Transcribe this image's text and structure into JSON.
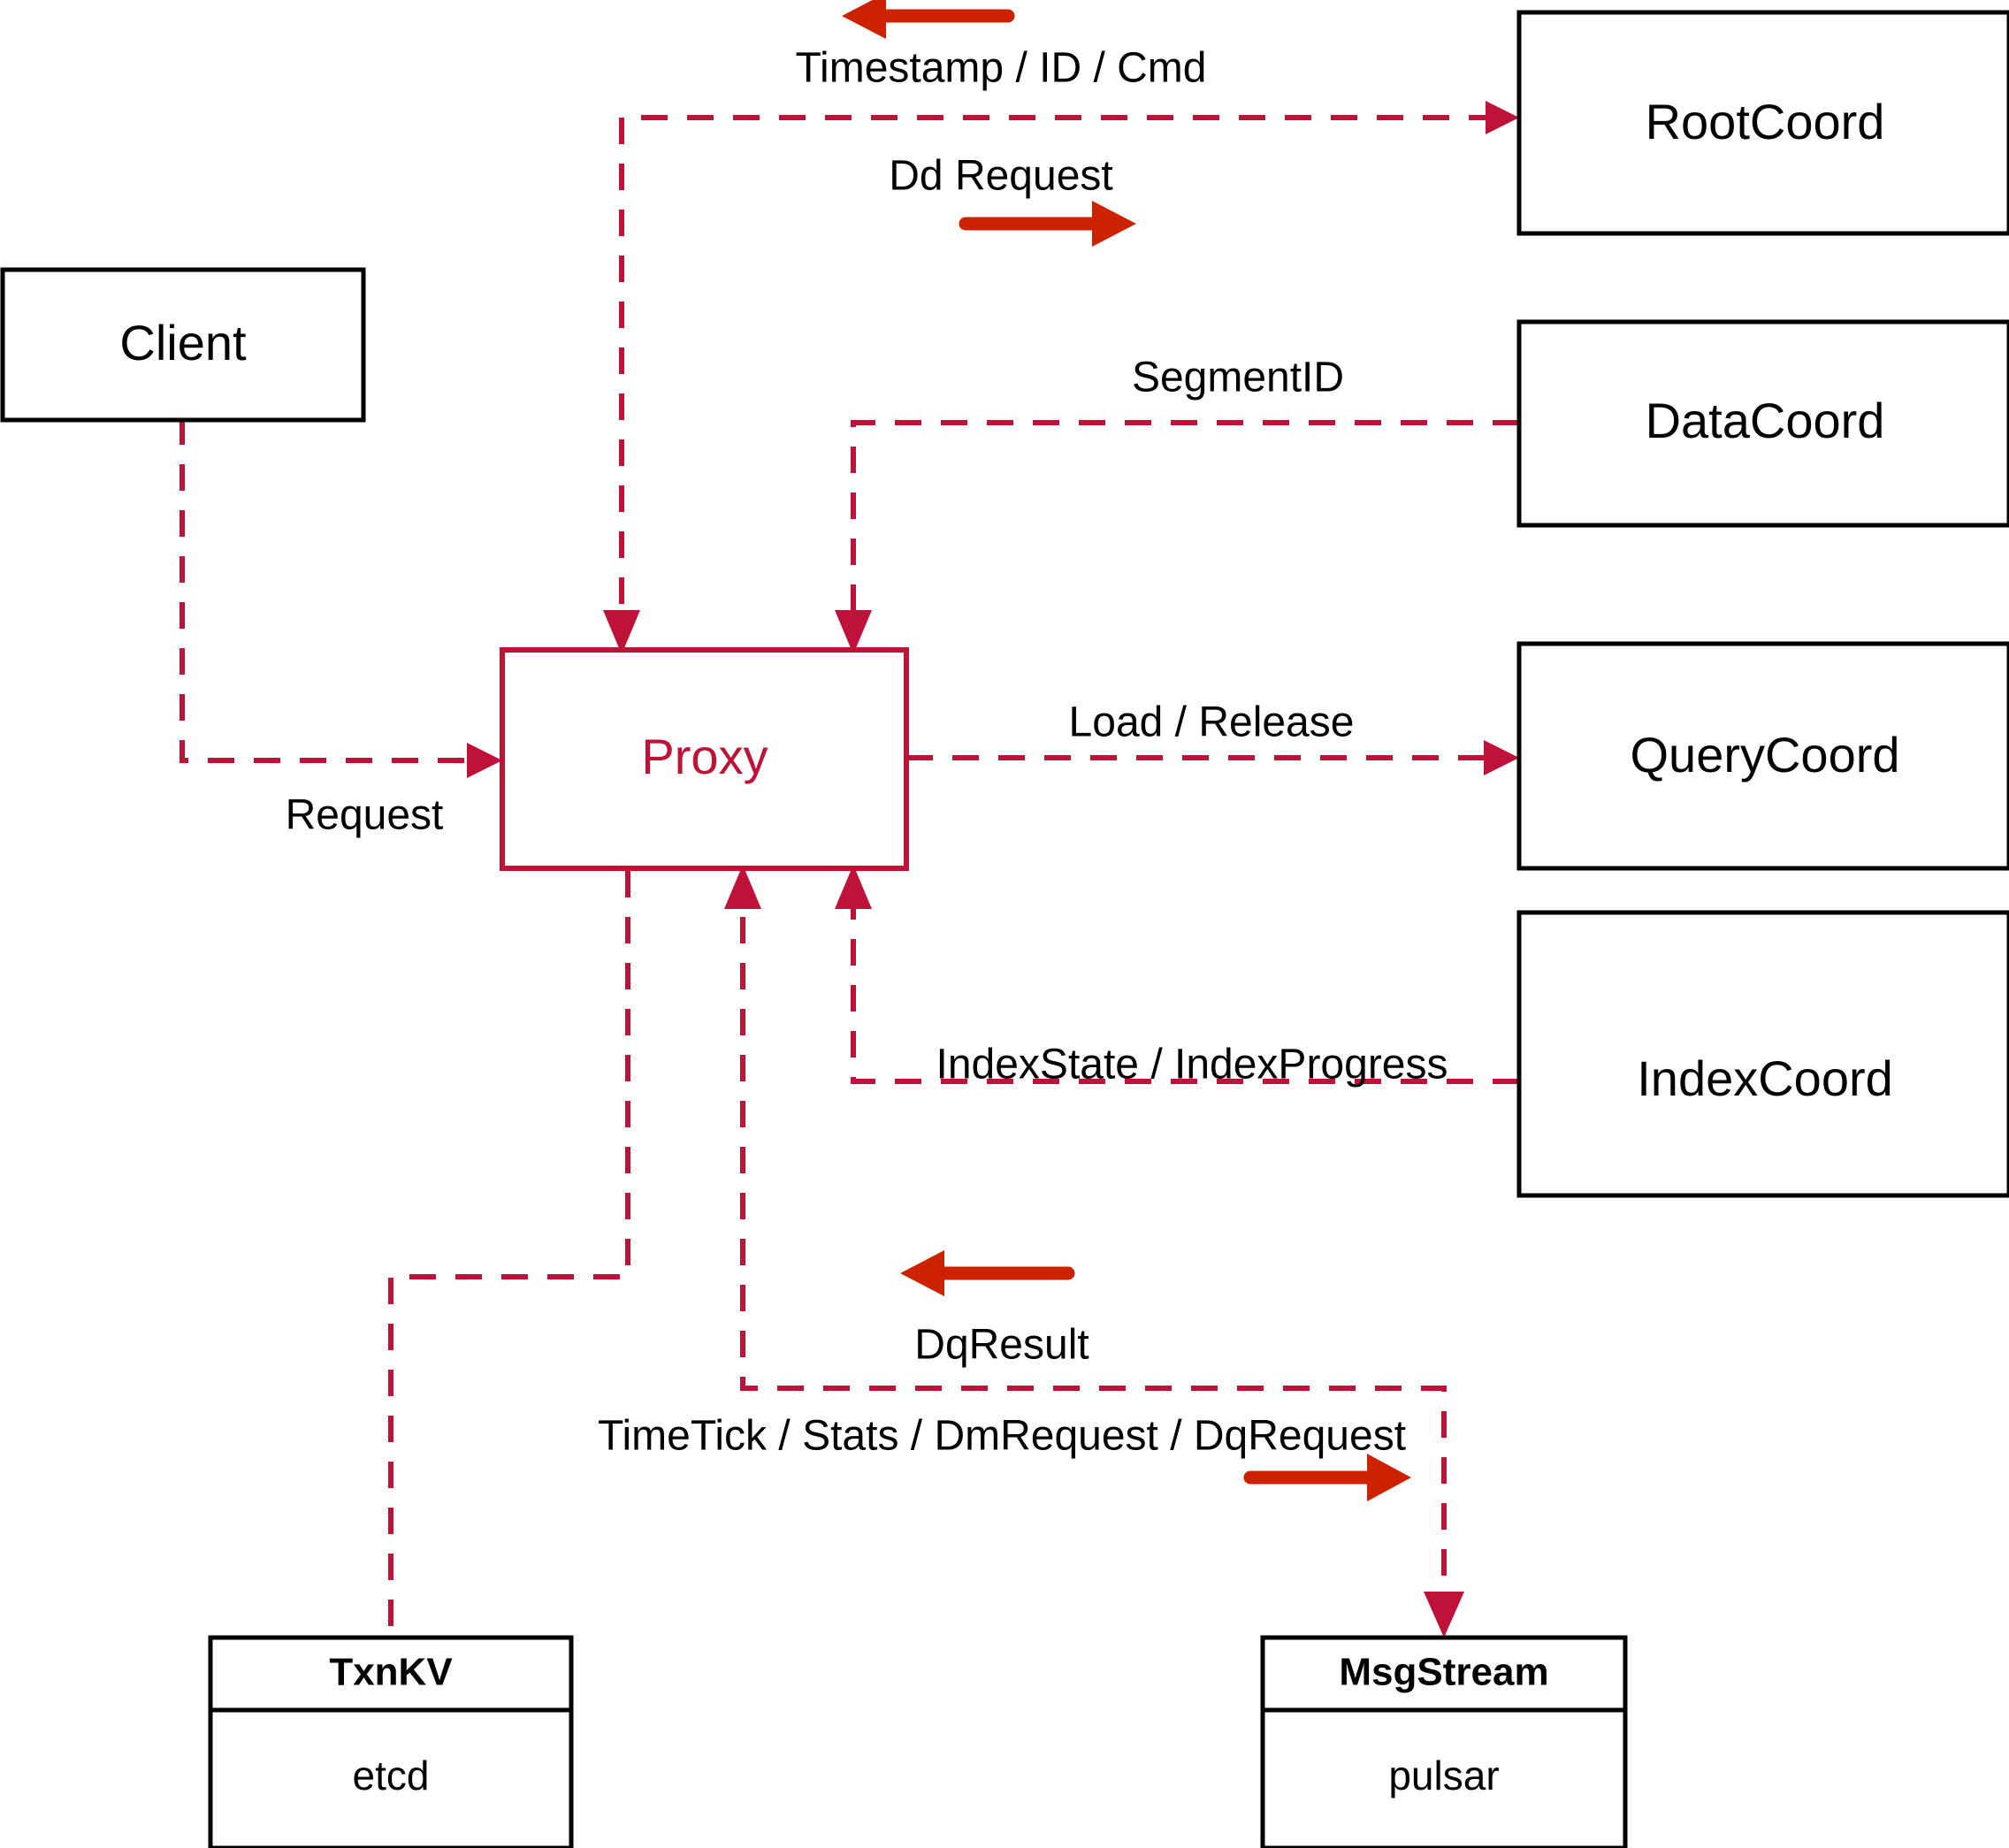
{
  "diagram": {
    "title": "Milvus Proxy Interaction Diagram",
    "colors": {
      "node_stroke": "#000000",
      "proxy_stroke": "#BE1238",
      "proxy_text": "#BE1238",
      "dashed_edge": "#BE1238",
      "bold_arrow": "#CC2200",
      "background": "#ffffff"
    },
    "nodes": [
      {
        "id": "client",
        "label": "Client",
        "style": "plain"
      },
      {
        "id": "proxy",
        "label": "Proxy",
        "style": "accent"
      },
      {
        "id": "rootcoord",
        "label": "RootCoord",
        "style": "plain"
      },
      {
        "id": "datacoord",
        "label": "DataCoord",
        "style": "plain"
      },
      {
        "id": "querycoord",
        "label": "QueryCoord",
        "style": "plain"
      },
      {
        "id": "indexcoord",
        "label": "IndexCoord",
        "style": "plain"
      },
      {
        "id": "txnkv",
        "label": "TxnKV",
        "sublabel": "etcd",
        "style": "titled"
      },
      {
        "id": "msgstream",
        "label": "MsgStream",
        "sublabel": "pulsar",
        "style": "titled"
      }
    ],
    "edges": [
      {
        "id": "timestamp-id-cmd",
        "label": "Timestamp / ID / Cmd",
        "from": "rootcoord",
        "to": "proxy",
        "direction": "left"
      },
      {
        "id": "dd-request",
        "label": "Dd Request",
        "from": "proxy",
        "to": "rootcoord",
        "direction": "right"
      },
      {
        "id": "segment-id",
        "label": "SegmentID",
        "from": "datacoord",
        "to": "proxy",
        "direction": "left"
      },
      {
        "id": "request",
        "label": "Request",
        "from": "client",
        "to": "proxy",
        "direction": "right"
      },
      {
        "id": "load-release",
        "label": "Load / Release",
        "from": "proxy",
        "to": "querycoord",
        "direction": "right"
      },
      {
        "id": "index-state",
        "label": "IndexState / IndexProgress",
        "from": "indexcoord",
        "to": "proxy",
        "direction": "left"
      },
      {
        "id": "dq-result",
        "label": "DqResult",
        "from": "msgstream",
        "to": "proxy",
        "direction": "left"
      },
      {
        "id": "timetick-stats",
        "label": "TimeTick / Stats / DmRequest / DqRequest",
        "from": "proxy",
        "to": "msgstream",
        "direction": "right"
      },
      {
        "id": "txnkv-link",
        "label": "",
        "from": "proxy",
        "to": "txnkv",
        "direction": "none"
      }
    ]
  }
}
